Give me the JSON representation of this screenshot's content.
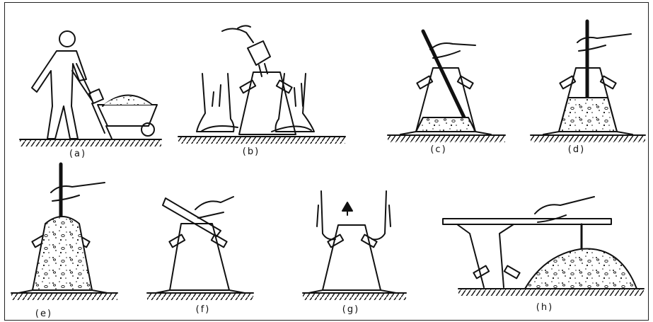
{
  "panels": [
    {
      "label": "(a)"
    },
    {
      "label": "(b)"
    },
    {
      "label": "(c)"
    },
    {
      "label": "(d)"
    },
    {
      "label": "(e)"
    },
    {
      "label": "(f)"
    },
    {
      "label": "(g)"
    },
    {
      "label": "(h)"
    }
  ],
  "colors": {
    "ink": "#111111",
    "background": "#ffffff"
  }
}
